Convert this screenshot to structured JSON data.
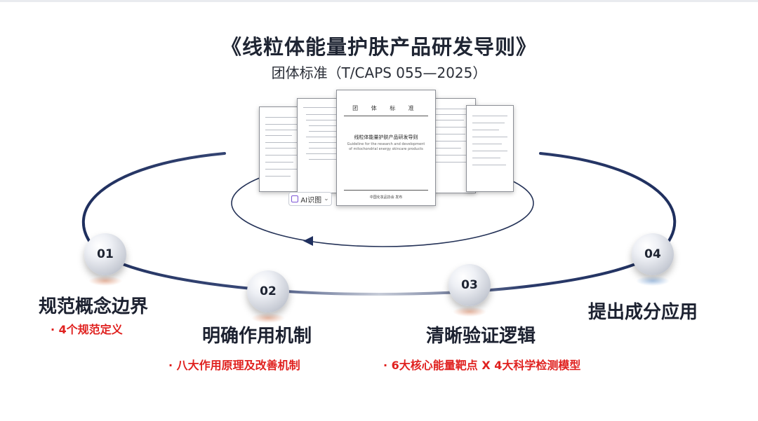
{
  "title": "《线粒体能量护肤产品研发导则》",
  "subtitle": "团体标准（T/CAPS 055—2025）",
  "ai_button_label": "AI识图",
  "ai_button_caret": "⌄",
  "document": {
    "header": "团 体 标 准",
    "title": "线粒体能量护肤产品研发导则",
    "english": "Guideline for the research and development of mitochondrial energy skincare products",
    "publisher": "中国化妆品协会 发布"
  },
  "steps": [
    {
      "num": "01",
      "label": "规范概念边界",
      "detail": "· 4个规范定义"
    },
    {
      "num": "02",
      "label": "明确作用机制",
      "detail": "· 八大作用原理及改善机制"
    },
    {
      "num": "03",
      "label": "清晰验证逻辑",
      "detail": "· 6大核心能量靶点 X 4大科学检测模型"
    },
    {
      "num": "04",
      "label": "提出成分应用",
      "detail": ""
    }
  ],
  "colors": {
    "orbit_dark": "#1f2f5e",
    "orbit_light": "#c7ccd8",
    "detail_red": "#e0211f",
    "title_dark": "#1f2533"
  }
}
